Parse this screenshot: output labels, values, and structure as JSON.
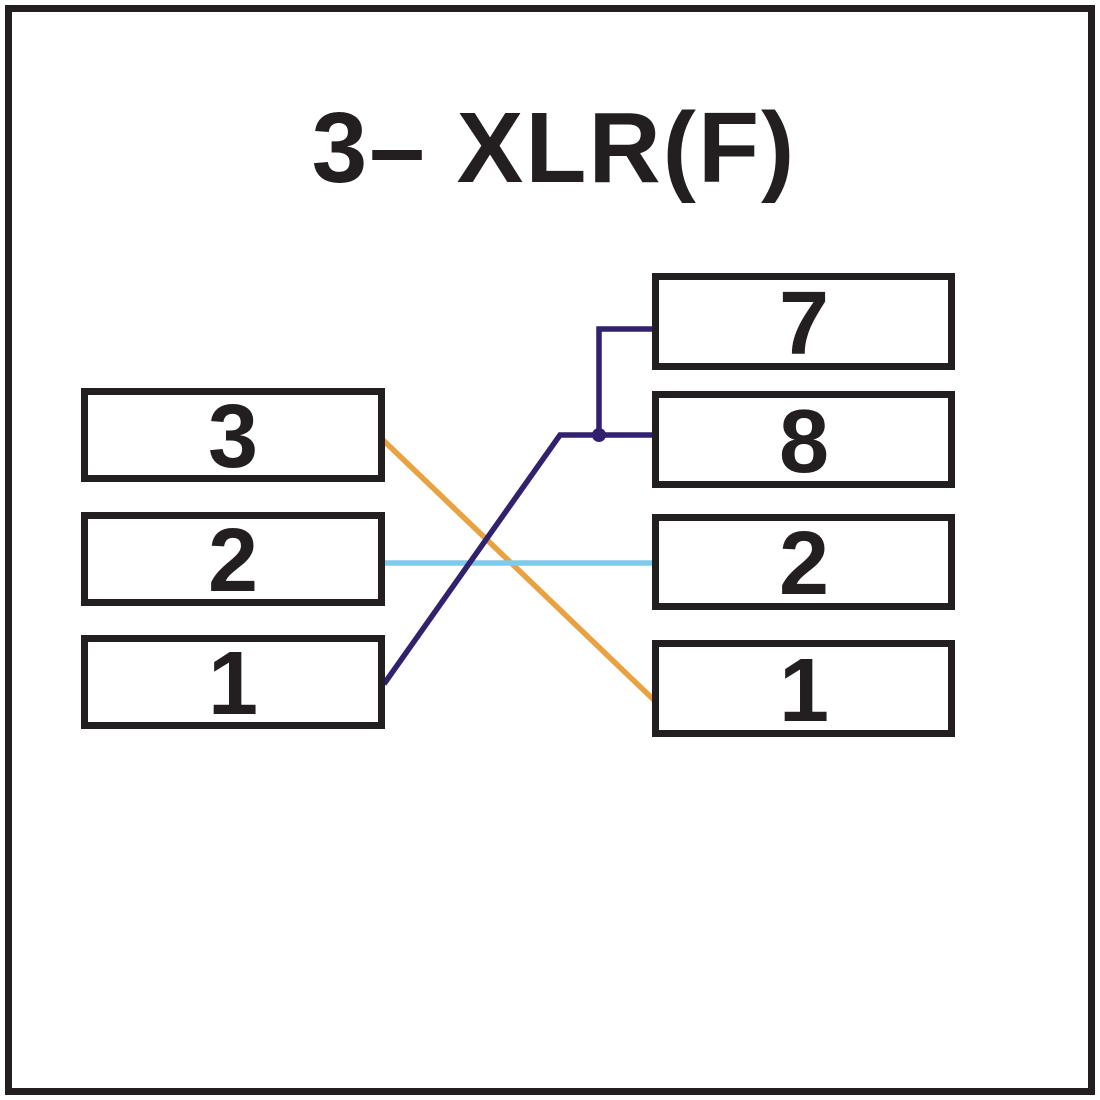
{
  "title": "3– XLR(F)",
  "diagram": {
    "left_connector": {
      "pins": [
        {
          "label": "3"
        },
        {
          "label": "2"
        },
        {
          "label": "1"
        }
      ]
    },
    "right_connector": {
      "pins": [
        {
          "label": "7"
        },
        {
          "label": "8"
        },
        {
          "label": "2"
        },
        {
          "label": "1"
        }
      ]
    },
    "wires": [
      {
        "from_pin": "3",
        "to_pin": "1",
        "color_name": "orange",
        "color": "#E9A242"
      },
      {
        "from_pin": "2",
        "to_pin": "2",
        "color_name": "light-blue",
        "color": "#7FCAEA"
      },
      {
        "from_pin": "1",
        "to_pin": "7, 8",
        "color_name": "dark-purple",
        "color": "#32216E"
      }
    ],
    "colors": {
      "outline": "#231F20",
      "background": "#FFFFFF"
    }
  }
}
